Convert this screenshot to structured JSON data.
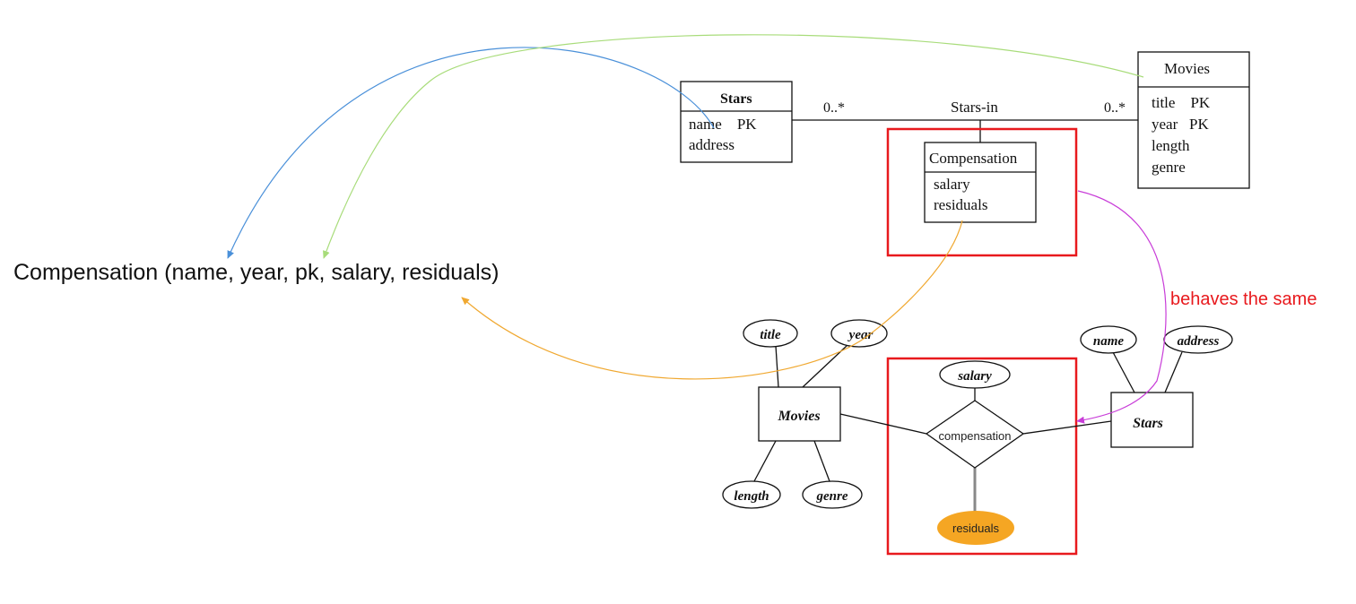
{
  "relation_schema": "Compensation (name, year, pk, salary, residuals)",
  "annotation": "behaves the same",
  "uml": {
    "stars_class": {
      "name": "Stars",
      "attrs": [
        "name    PK",
        "address"
      ]
    },
    "movies_class": {
      "name": "Movies",
      "attrs": [
        "title    PK",
        "year   PK",
        "length",
        "genre"
      ]
    },
    "association": {
      "name": "Stars-in",
      "mult_left": "0..*",
      "mult_right": "0..*"
    },
    "assoc_class": {
      "name": "Compensation",
      "attrs": [
        "salary",
        "residuals"
      ]
    }
  },
  "er": {
    "movies_entity": "Movies",
    "stars_entity": "Stars",
    "relationship": "compensation",
    "attributes": {
      "title": "title",
      "year": "year",
      "length": "length",
      "genre": "genre",
      "name": "name",
      "address": "address",
      "salary": "salary",
      "residuals": "residuals"
    }
  },
  "colors": {
    "highlight_box": "#e8191d",
    "arrow_blue": "#4a90d9",
    "arrow_green": "#a8dc7a",
    "arrow_orange": "#f0a830",
    "arrow_magenta": "#c83cd8",
    "residuals_fill": "#f5a623",
    "annotation_text": "#e8191d"
  }
}
